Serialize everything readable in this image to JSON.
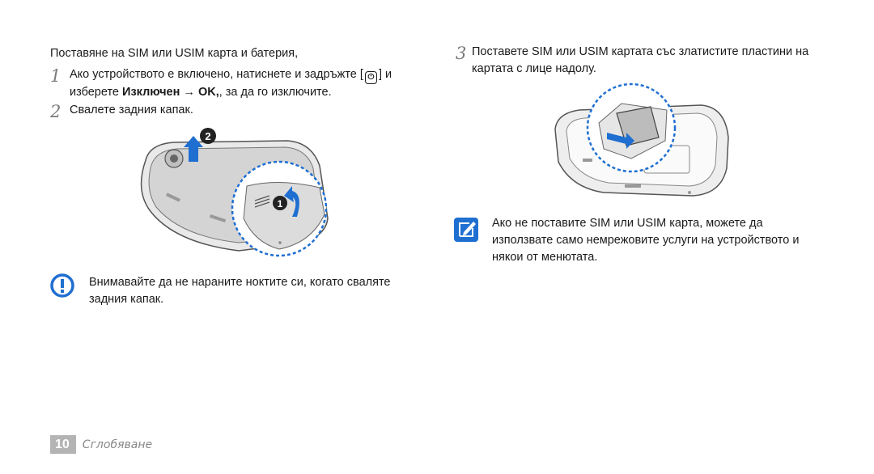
{
  "left": {
    "heading": "Поставяне на SIM или USIM карта и батерия,",
    "step1": {
      "num": "1",
      "line1_pre": "Ако устройството е включено, натиснете и задръжте [",
      "power_glyph": "⏻",
      "line1_post": "] и",
      "line2_pre": "изберете ",
      "bold1": "Изключен",
      "arrow": " → ",
      "bold2": "OK,",
      "line2_post": ", за да го изключите."
    },
    "step2": {
      "num": "2",
      "text": "Свалете задния капак."
    },
    "illustration": {
      "callout1": "1",
      "callout2": "2"
    },
    "caution": {
      "icon": "caution-icon",
      "line1": "Внимавайте да не нараните ноктите си, когато сваляте",
      "line2": "задния капак."
    }
  },
  "right": {
    "step3": {
      "num": "3",
      "line1": "Поставете SIM или USIM картата със златистите пластини на",
      "line2": "картата с лице надолу."
    },
    "note": {
      "icon": "note-icon",
      "line1": "Ако не поставите SIM или USIM карта, можете да",
      "line2": "използвате само немрежовите услуги на устройството и",
      "line3": "някои от менютата."
    }
  },
  "footer": {
    "page_number": "10",
    "section": "Сглобяване"
  },
  "colors": {
    "accent_blue": "#1f6fd1",
    "step_number_gray": "#7a7a7a",
    "footer_badge": "#b4b4b4"
  }
}
